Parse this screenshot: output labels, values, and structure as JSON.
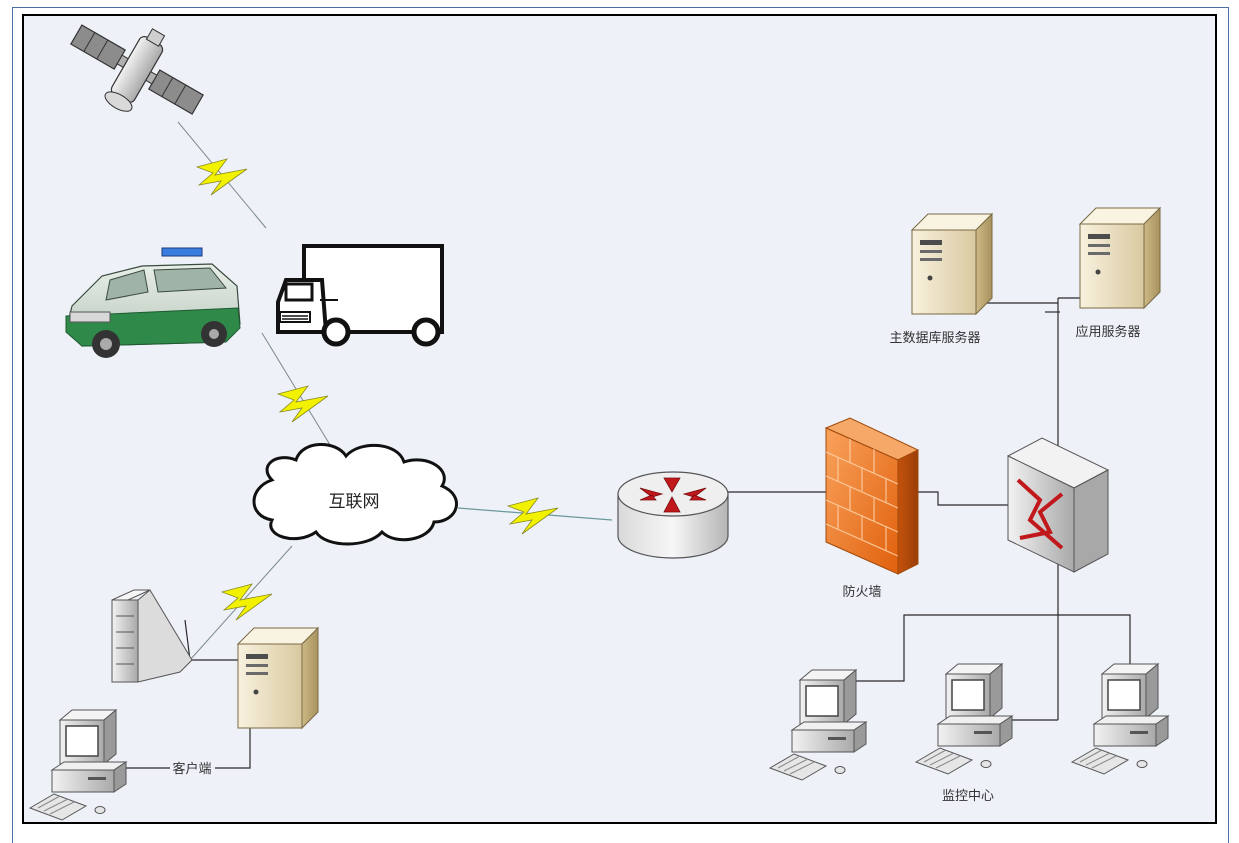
{
  "labels": {
    "internet": "互联网",
    "main_db_server": "主数据库服务器",
    "app_server": "应用服务器",
    "firewall": "防火墙",
    "client": "客户端",
    "monitoring_center": "监控中心"
  },
  "colors": {
    "canvas_background": "#eef1f8",
    "frame": "#4a6fa5",
    "lightning": "#f2f200",
    "firewall": "#f07a1e",
    "router_arrows": "#c0181b",
    "server_beige": "#efe4c8"
  },
  "nodes": [
    {
      "id": "satellite",
      "icon": "satellite-icon"
    },
    {
      "id": "police-car",
      "icon": "police-car-icon"
    },
    {
      "id": "truck",
      "icon": "truck-icon"
    },
    {
      "id": "internet",
      "icon": "cloud-icon"
    },
    {
      "id": "router",
      "icon": "router-icon"
    },
    {
      "id": "firewall",
      "icon": "firewall-icon"
    },
    {
      "id": "switch",
      "icon": "switch-icon"
    },
    {
      "id": "main-db-server",
      "icon": "server-tower-icon"
    },
    {
      "id": "app-server",
      "icon": "server-tower-icon"
    },
    {
      "id": "client-modem",
      "icon": "modem-icon"
    },
    {
      "id": "client-server",
      "icon": "server-tower-icon"
    },
    {
      "id": "client-pc",
      "icon": "desktop-computer-icon"
    },
    {
      "id": "monitor-pc-1",
      "icon": "desktop-computer-icon"
    },
    {
      "id": "monitor-pc-2",
      "icon": "desktop-computer-icon"
    },
    {
      "id": "monitor-pc-3",
      "icon": "desktop-computer-icon"
    }
  ],
  "links": [
    {
      "from": "satellite",
      "to": "truck",
      "kind": "wireless"
    },
    {
      "from": "truck",
      "to": "internet",
      "kind": "wireless"
    },
    {
      "from": "internet",
      "to": "router",
      "kind": "wireless"
    },
    {
      "from": "internet",
      "to": "client-modem",
      "kind": "wireless"
    },
    {
      "from": "router",
      "to": "firewall",
      "kind": "wired"
    },
    {
      "from": "firewall",
      "to": "switch",
      "kind": "wired"
    },
    {
      "from": "switch",
      "to": "main-db-server",
      "kind": "wired"
    },
    {
      "from": "switch",
      "to": "app-server",
      "kind": "wired"
    },
    {
      "from": "switch",
      "to": "monitor-pc-1",
      "kind": "wired"
    },
    {
      "from": "switch",
      "to": "monitor-pc-2",
      "kind": "wired"
    },
    {
      "from": "switch",
      "to": "monitor-pc-3",
      "kind": "wired"
    },
    {
      "from": "client-modem",
      "to": "client-server",
      "kind": "wired"
    },
    {
      "from": "client-server",
      "to": "client-pc",
      "kind": "wired"
    }
  ]
}
